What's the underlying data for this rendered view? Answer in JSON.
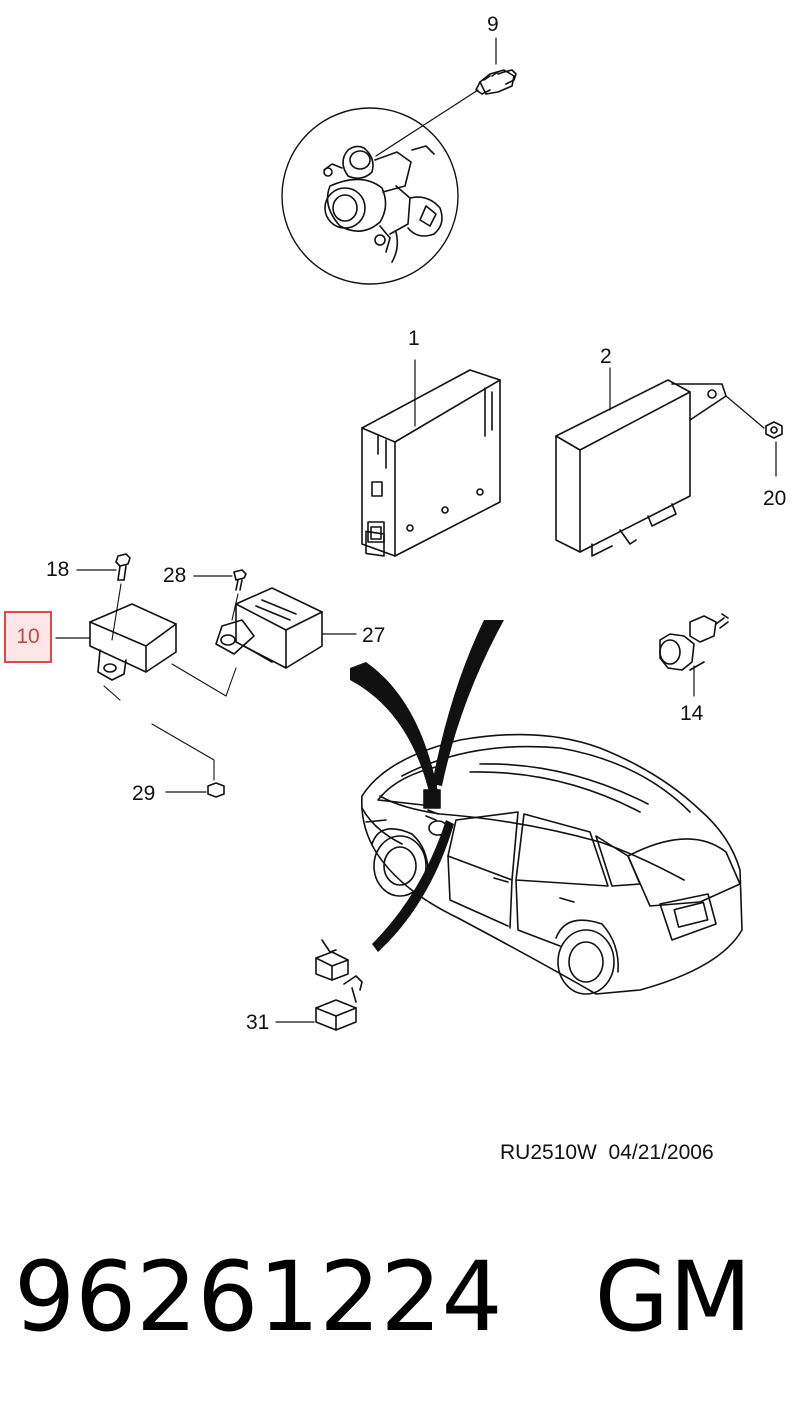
{
  "diagram": {
    "callouts": {
      "c9": "9",
      "c1": "1",
      "c2": "2",
      "c20": "20",
      "c18": "18",
      "c28": "28",
      "c10": "10",
      "c27": "27",
      "c14": "14",
      "c29": "29",
      "c31": "31"
    },
    "highlighted_callout": "10",
    "doc_code": "RU2510W  04/21/2006"
  },
  "footer": {
    "part_number": "96261224",
    "brand": "GM"
  },
  "colors": {
    "highlight_border": "#e3474a",
    "highlight_fill": "#fde6e7",
    "ink": "#111111"
  }
}
